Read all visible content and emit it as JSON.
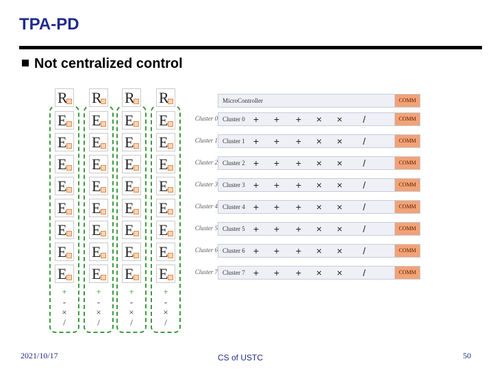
{
  "slide": {
    "title": "TPA-PD",
    "bullet": "Not centralized control",
    "footer_date": "2021/10/17",
    "footer_center": "CS of USTC",
    "page_number": "50"
  },
  "figure": {
    "r_label": "R",
    "e_label": "E",
    "columns": 4,
    "rows": 8,
    "column_ops": [
      "+",
      "-",
      "×",
      "/"
    ],
    "micro_controller": {
      "name": "MicroController",
      "comm": "COMM"
    },
    "cluster_labels": [
      "Cluster 0",
      "Cluster 1",
      "Cluster 2",
      "Cluster 3",
      "Cluster 4",
      "Cluster 5",
      "Cluster 6",
      "Cluster 7"
    ],
    "clusters": [
      {
        "name": "Cluster 0",
        "ops": [
          "+",
          "+",
          "+",
          "×",
          "×",
          "/"
        ],
        "comm": "COMM"
      },
      {
        "name": "Cluster 1",
        "ops": [
          "+",
          "+",
          "+",
          "×",
          "×",
          "/"
        ],
        "comm": "COMM"
      },
      {
        "name": "Cluster 2",
        "ops": [
          "+",
          "+",
          "+",
          "×",
          "×",
          "/"
        ],
        "comm": "COMM"
      },
      {
        "name": "Cluster 3",
        "ops": [
          "+",
          "+",
          "+",
          "×",
          "×",
          "/"
        ],
        "comm": "COMM"
      },
      {
        "name": "Cluster 4",
        "ops": [
          "+",
          "+",
          "+",
          "×",
          "×",
          "/"
        ],
        "comm": "COMM"
      },
      {
        "name": "Cluster 5",
        "ops": [
          "+",
          "+",
          "+",
          "×",
          "×",
          "/"
        ],
        "comm": "COMM"
      },
      {
        "name": "Cluster 6",
        "ops": [
          "+",
          "+",
          "+",
          "×",
          "×",
          "/"
        ],
        "comm": "COMM"
      },
      {
        "name": "Cluster 7",
        "ops": [
          "+",
          "+",
          "+",
          "×",
          "×",
          "/"
        ],
        "comm": "COMM"
      }
    ],
    "colors": {
      "accent_green": "#3c9a3c",
      "comm_orange": "#f2a277",
      "title_blue": "#1f2b8c"
    }
  }
}
